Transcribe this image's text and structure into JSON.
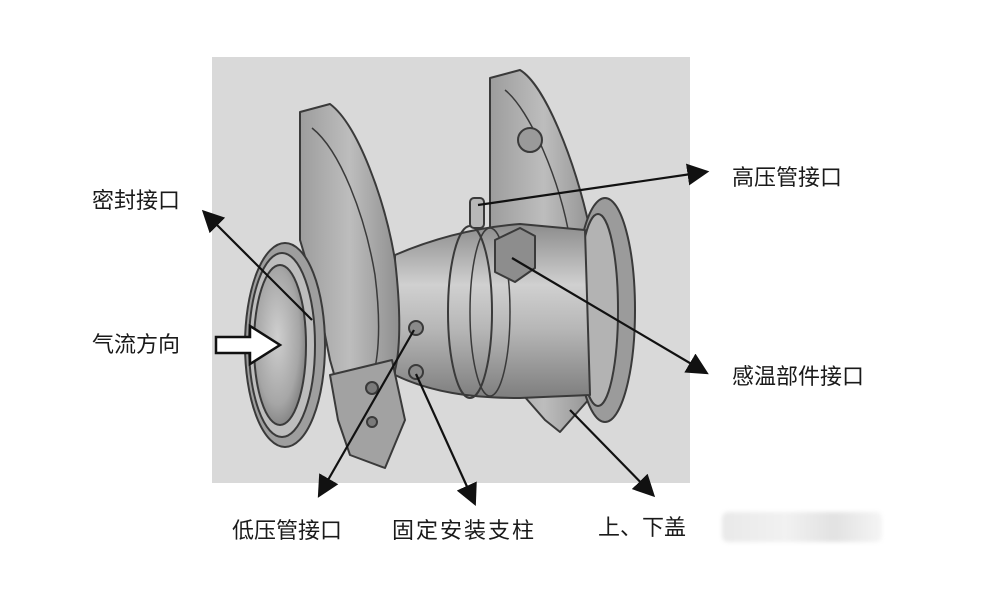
{
  "labels": {
    "seal_interface": "密封接口",
    "airflow_direction": "气流方向",
    "high_pressure_port": "高压管接口",
    "sensor_port": "感温部件接口",
    "low_pressure_port": "低压管接口",
    "mount_post": "固定安装支柱",
    "cover_text": "上、下盖"
  },
  "colors": {
    "panel_background": "#d9d9d9",
    "part_fill": "#a9a9a9",
    "part_edge": "#3a3a3a",
    "leader_line": "#111111"
  },
  "icons": {
    "airflow_arrow": "hollow-right-arrow-icon"
  }
}
